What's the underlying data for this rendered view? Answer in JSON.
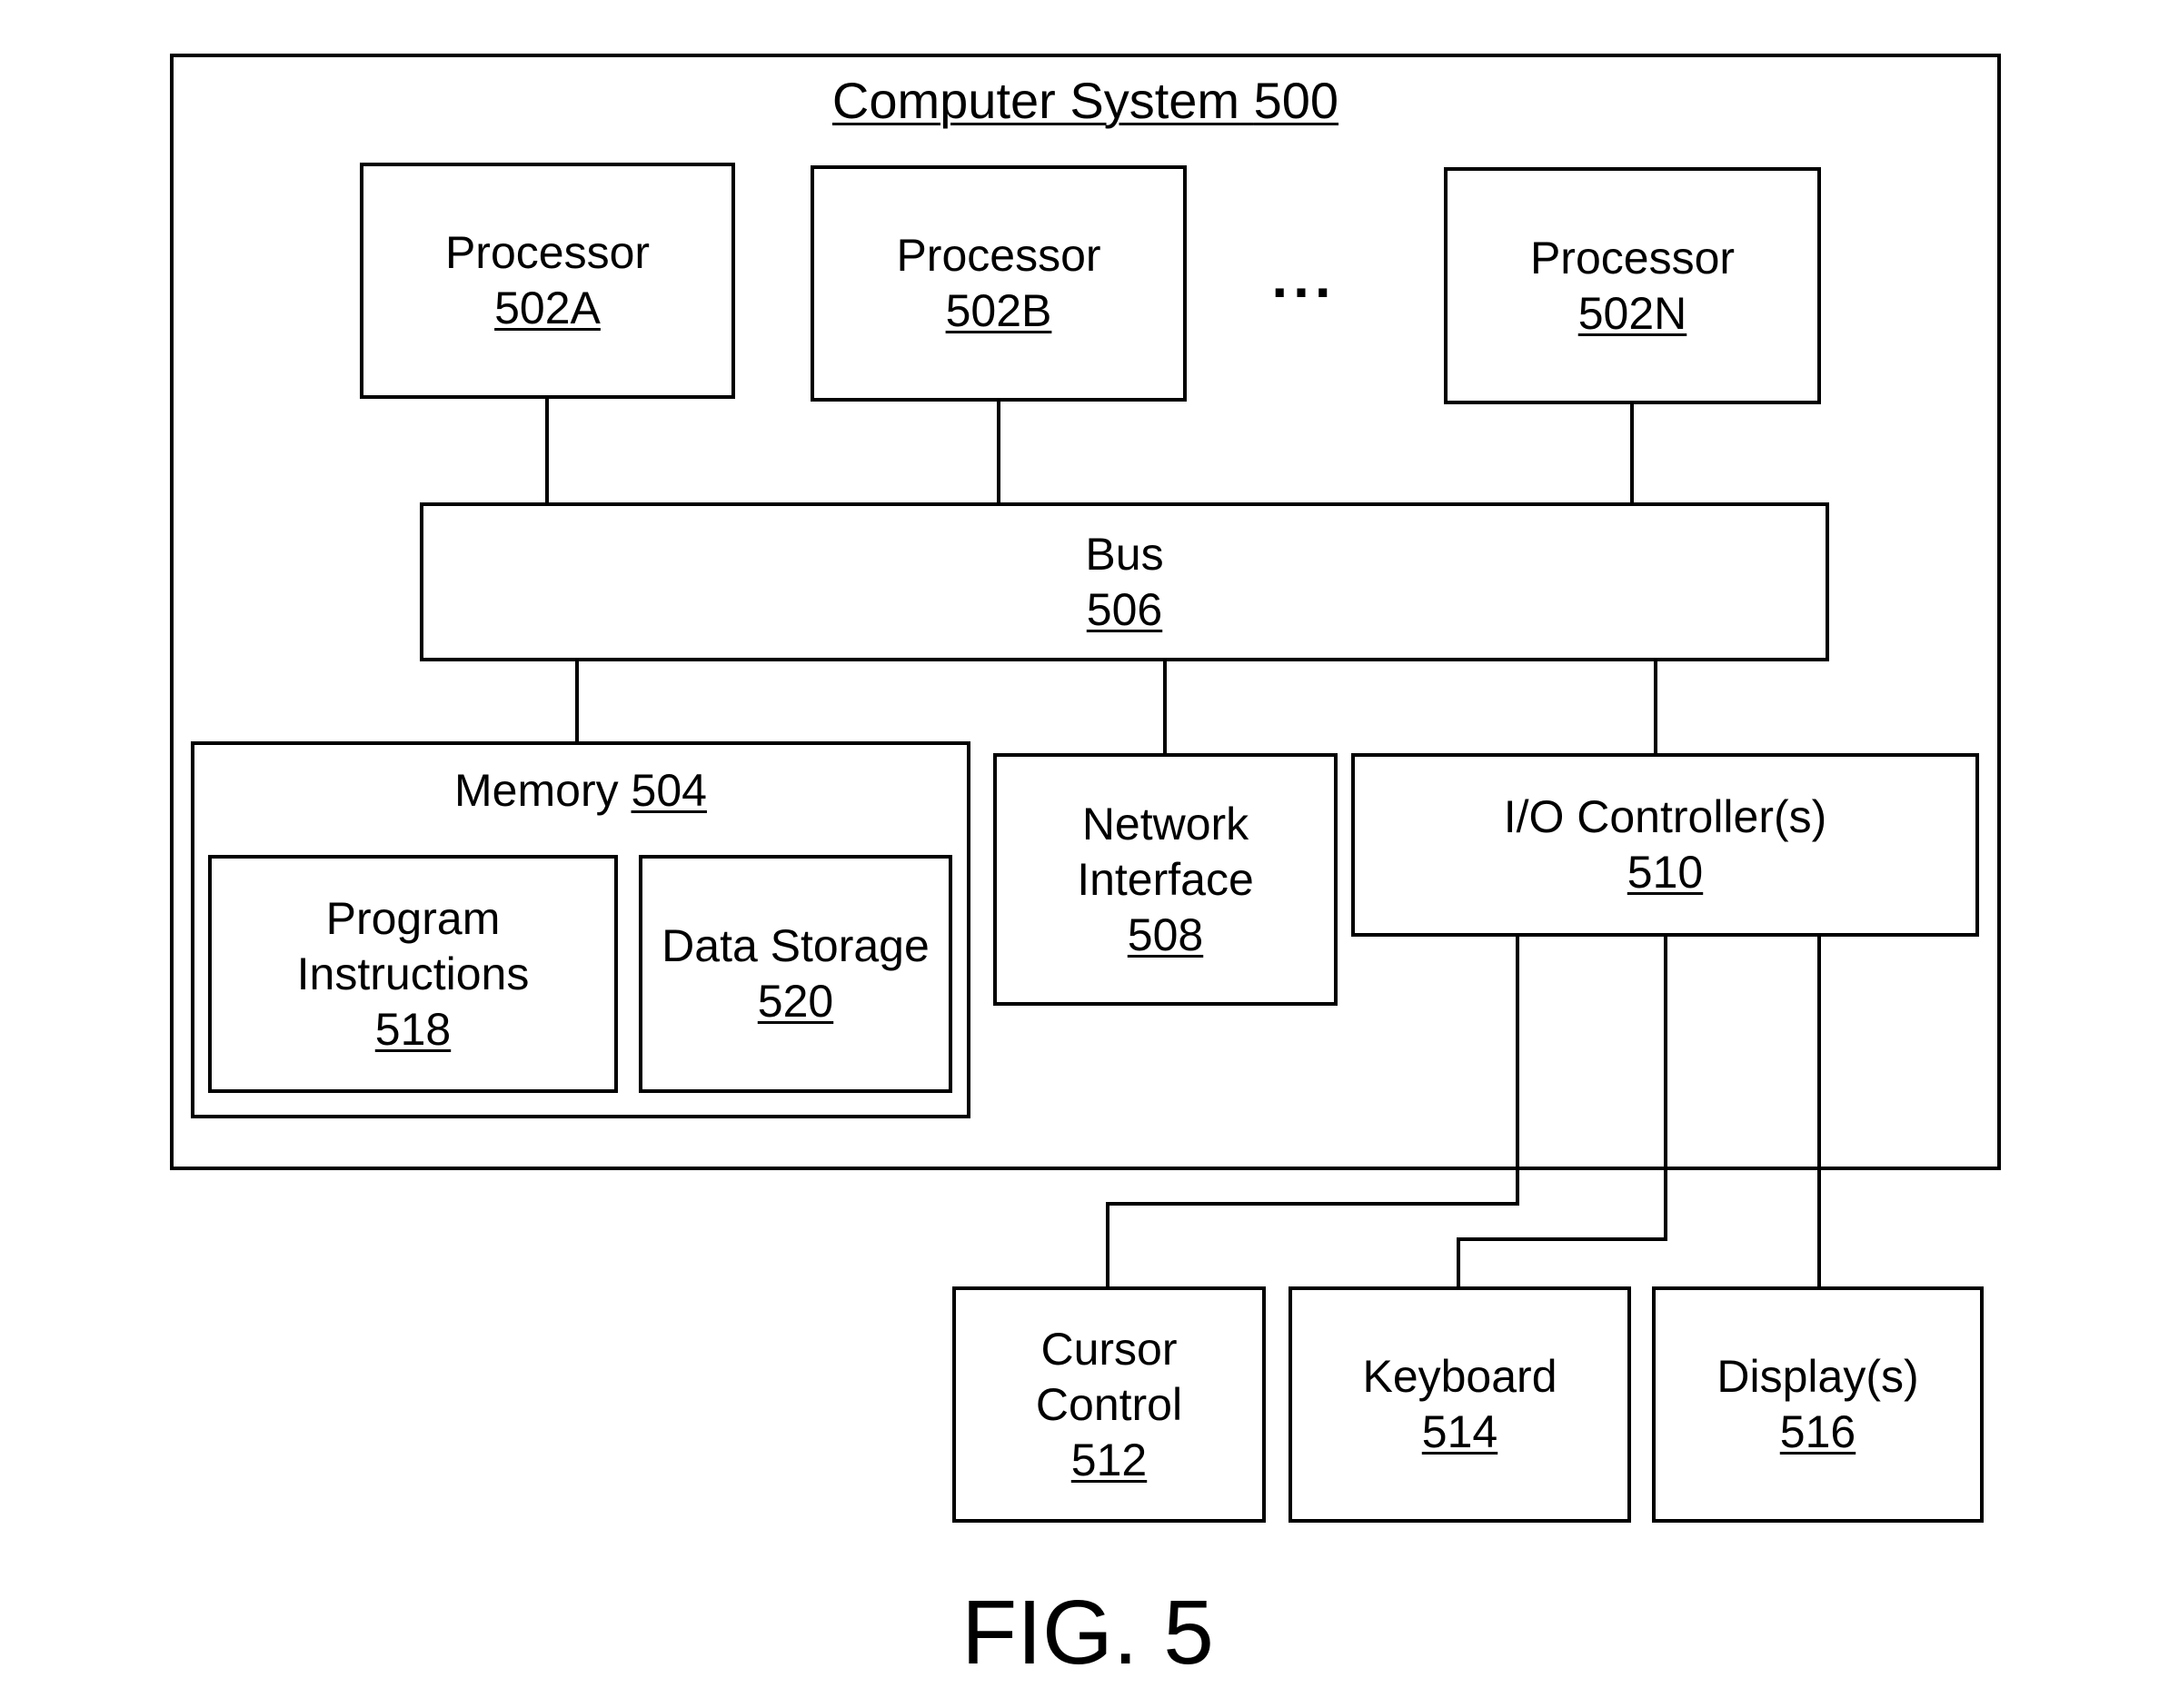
{
  "figure_label": "FIG. 5",
  "system": {
    "label": "Computer System",
    "number": "500"
  },
  "processors": [
    {
      "label": "Processor",
      "number": "502A"
    },
    {
      "label": "Processor",
      "number": "502B"
    },
    {
      "label": "Processor",
      "number": "502N"
    }
  ],
  "ellipsis": "...",
  "bus": {
    "label": "Bus",
    "number": "506"
  },
  "memory": {
    "label": "Memory",
    "number": "504",
    "program": {
      "line1": "Program",
      "line2": "Instructions",
      "number": "518"
    },
    "storage": {
      "label": "Data Storage",
      "number": "520"
    }
  },
  "network": {
    "line1": "Network",
    "line2": "Interface",
    "number": "508"
  },
  "io": {
    "label": "I/O Controller(s)",
    "number": "510"
  },
  "cursor": {
    "line1": "Cursor",
    "line2": "Control",
    "number": "512"
  },
  "keyboard": {
    "label": "Keyboard",
    "number": "514"
  },
  "display": {
    "label": "Display(s)",
    "number": "516"
  }
}
